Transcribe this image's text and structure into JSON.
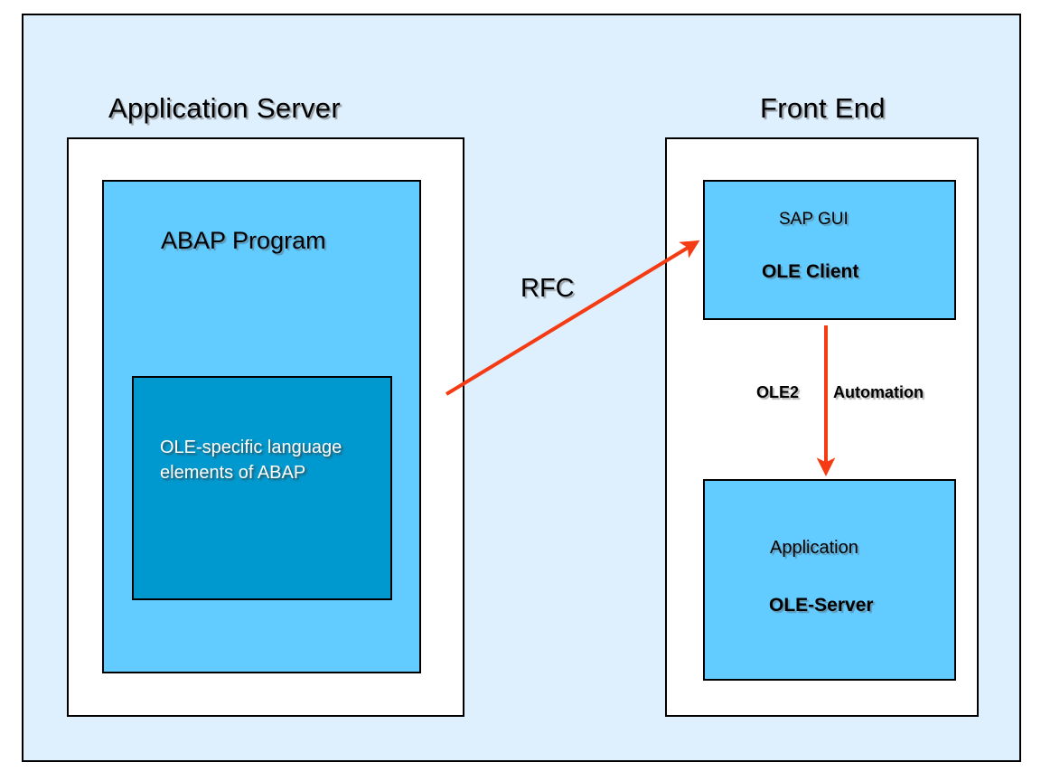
{
  "slide": {
    "background_color": "#deeffd",
    "border_color": "#000000",
    "page_background": "#ffffff"
  },
  "palette": {
    "light_blue_box": "#62cbff",
    "dark_blue_box": "#0099cf",
    "panel_white": "#ffffff",
    "arrow_red": "#f43b14",
    "text_black": "#000000",
    "text_white": "#ffffff"
  },
  "titles": {
    "application_server": "Application Server",
    "front_end": "Front End"
  },
  "application_server": {
    "program_box": {
      "label": "ABAP Program"
    },
    "ole_elements_box": {
      "label": "OLE-specific language elements of ABAP"
    }
  },
  "front_end": {
    "sap_gui_box": {
      "line1": "SAP GUI",
      "line2": "OLE Client"
    },
    "application_box": {
      "line1": "Application",
      "line2": "OLE-Server"
    }
  },
  "connectors": {
    "rfc": {
      "label": "RFC",
      "direction": "application-server-to-front-end",
      "color": "#f43b14"
    },
    "ole2_automation": {
      "label_left": "OLE2",
      "label_right": "Automation",
      "direction": "ole-client-to-ole-server",
      "color": "#f43b14"
    }
  }
}
